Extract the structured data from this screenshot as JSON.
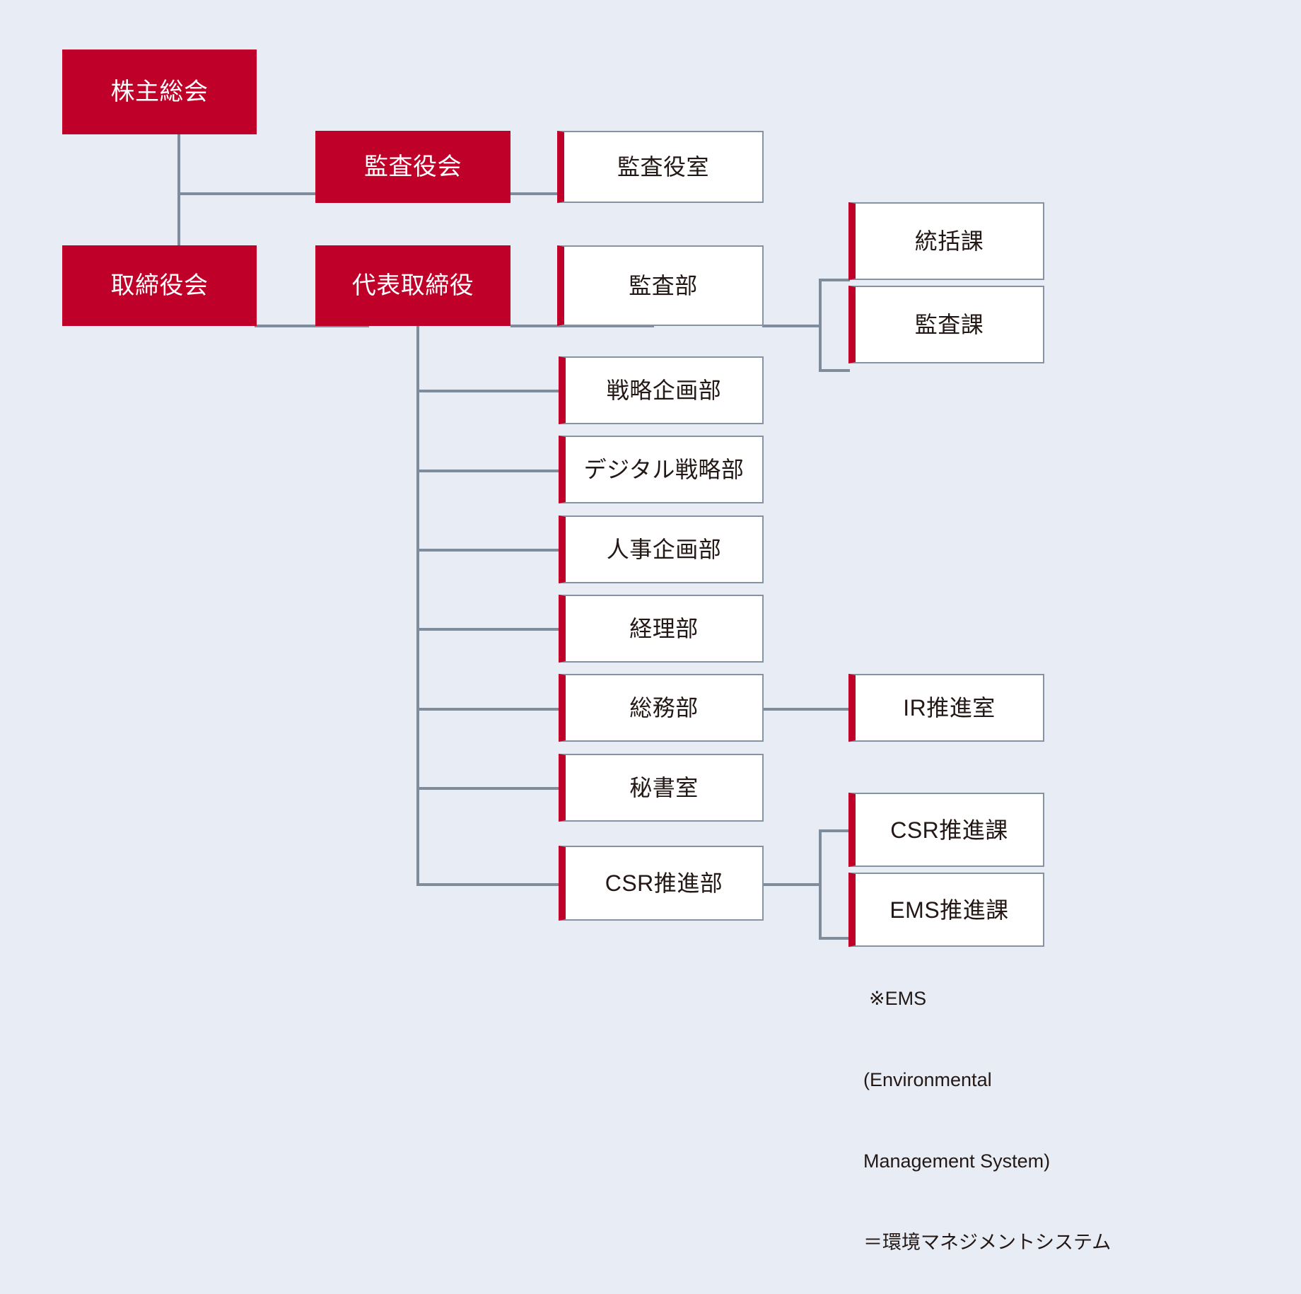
{
  "chart": {
    "title": "Corporate Organization Chart",
    "background_color": "#e8ecf4",
    "accent_color": "#bf0028",
    "line_color": "#7f8c9b",
    "text_color": "#231815"
  },
  "nodes": {
    "shareholders_meeting": "株主総会",
    "auditors_board": "監査役会",
    "auditors_office": "監査役室",
    "board_of_directors": "取締役会",
    "representative_director": "代表取締役",
    "audit_department": "監査部",
    "audit_general_affairs_section": "統括課",
    "audit_section": "監査課",
    "strategic_planning_dept": "戦略企画部",
    "digital_strategy_dept": "デジタル戦略部",
    "hr_planning_dept": "人事企画部",
    "accounting_dept": "経理部",
    "general_affairs_dept": "総務部",
    "ir_promotion_office": "IR推進室",
    "secretariat": "秘書室",
    "csr_promotion_dept": "CSR推進部",
    "csr_promotion_section": "CSR推進課",
    "ems_promotion_section": "EMS推進課"
  },
  "footnote": {
    "line1": "※EMS",
    "line2": "(Environmental",
    "line3": "Management System)",
    "line4": "＝環境マネジメントシステム"
  }
}
